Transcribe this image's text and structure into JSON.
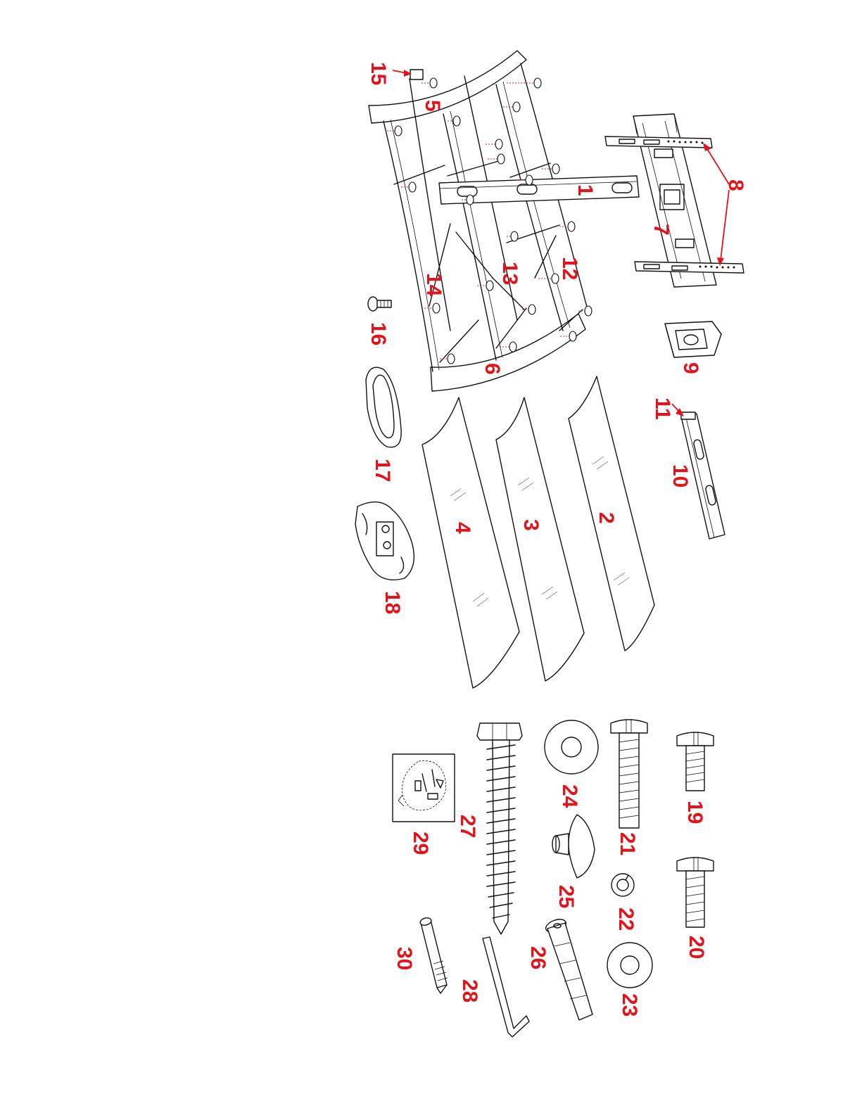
{
  "callout_color": "#e3131b",
  "line_color": "#111111",
  "parts": [
    {
      "id": "1",
      "label": "1"
    },
    {
      "id": "2",
      "label": "2"
    },
    {
      "id": "3",
      "label": "3"
    },
    {
      "id": "4",
      "label": "4"
    },
    {
      "id": "5",
      "label": "5"
    },
    {
      "id": "6",
      "label": "6"
    },
    {
      "id": "7",
      "label": "7"
    },
    {
      "id": "8",
      "label": "8"
    },
    {
      "id": "9",
      "label": "9"
    },
    {
      "id": "10",
      "label": "10"
    },
    {
      "id": "11",
      "label": "11"
    },
    {
      "id": "12",
      "label": "12"
    },
    {
      "id": "13",
      "label": "13"
    },
    {
      "id": "14",
      "label": "14"
    },
    {
      "id": "15",
      "label": "15"
    },
    {
      "id": "16",
      "label": "16"
    },
    {
      "id": "17",
      "label": "17"
    },
    {
      "id": "18",
      "label": "18"
    },
    {
      "id": "19",
      "label": "19"
    },
    {
      "id": "20",
      "label": "20"
    },
    {
      "id": "21",
      "label": "21"
    },
    {
      "id": "22",
      "label": "22"
    },
    {
      "id": "23",
      "label": "23"
    },
    {
      "id": "24",
      "label": "24"
    },
    {
      "id": "25",
      "label": "25"
    },
    {
      "id": "26",
      "label": "26"
    },
    {
      "id": "27",
      "label": "27"
    },
    {
      "id": "28",
      "label": "28"
    },
    {
      "id": "29",
      "label": "29"
    },
    {
      "id": "30",
      "label": "30"
    }
  ]
}
